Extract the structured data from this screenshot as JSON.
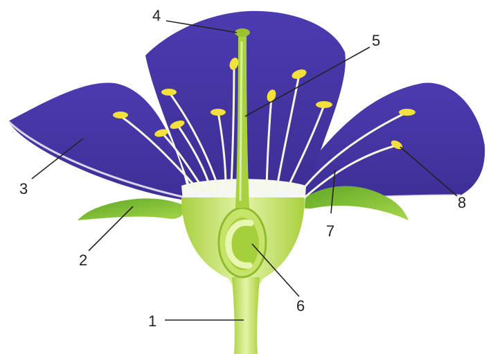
{
  "diagram": {
    "subject": "flower-longitudinal-section",
    "colors": {
      "petal": "#4a3aa6",
      "petal_dark": "#3a2c8c",
      "petal_edge": "#ffffff",
      "stem": "#b9dc4f",
      "stem_light": "#dff2a0",
      "ovary_core": "#9cc433",
      "sepal": "#7fbf2e",
      "filament": "#f6f4dc",
      "anther": "#f4e03a",
      "label": "#222222"
    },
    "labels": [
      {
        "id": "1",
        "text": "1"
      },
      {
        "id": "2",
        "text": "2"
      },
      {
        "id": "3",
        "text": "3"
      },
      {
        "id": "4",
        "text": "4"
      },
      {
        "id": "5",
        "text": "5"
      },
      {
        "id": "6",
        "text": "6"
      },
      {
        "id": "7",
        "text": "7"
      },
      {
        "id": "8",
        "text": "8"
      }
    ]
  }
}
